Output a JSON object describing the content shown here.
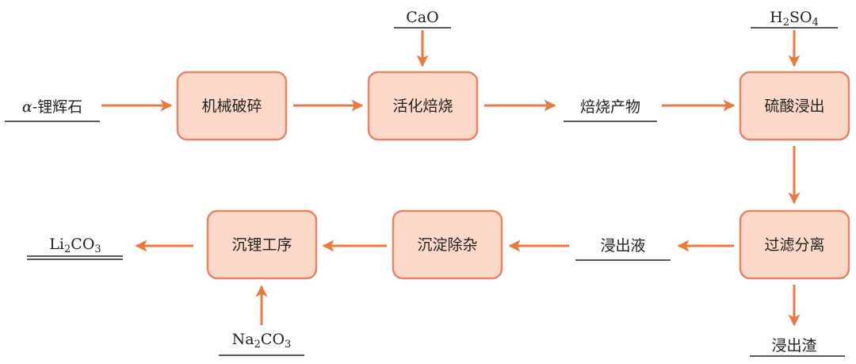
{
  "colors": {
    "arrow": "#e8793f",
    "box_fill": "#fbd8c8",
    "box_stroke": "#e8836a",
    "text": "#222222"
  },
  "boxes": {
    "mechanical_crushing": "机械破碎",
    "activation_roasting": "活化焙烧",
    "sulfuric_leaching": "硫酸浸出",
    "filtration_separation": "过滤分离",
    "precipitation_impurity_removal": "沉淀除杂",
    "lithium_precipitation": "沉锂工序"
  },
  "materials": {
    "spodumene_prefix": "α",
    "spodumene_rest": "-锂辉石",
    "cao": "CaO",
    "h2so4": {
      "p1": "H",
      "s1": "2",
      "p2": "SO",
      "s2": "4"
    },
    "roast_product": "焙烧产物",
    "leach_liquor": "浸出液",
    "leach_residue": "浸出渣",
    "li2co3": {
      "p1": "Li",
      "s1": "2",
      "p2": "CO",
      "s2": "3"
    },
    "na2co3": {
      "p1": "Na",
      "s1": "2",
      "p2": "CO",
      "s2": "3"
    }
  }
}
